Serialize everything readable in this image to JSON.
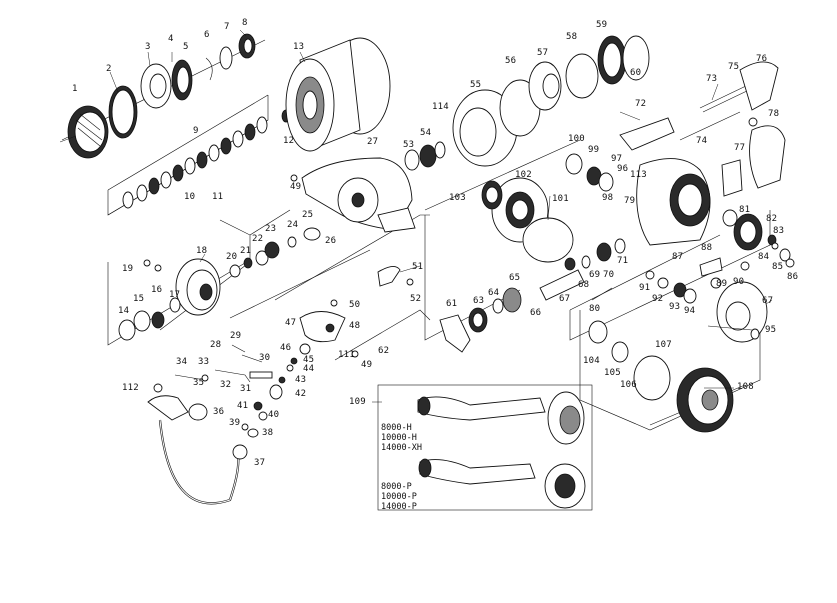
{
  "diagram": {
    "callouts": [
      {
        "id": "c1",
        "text": "1"
      },
      {
        "id": "c2",
        "text": "2"
      },
      {
        "id": "c3",
        "text": "3"
      },
      {
        "id": "c4",
        "text": "4"
      },
      {
        "id": "c5",
        "text": "5"
      },
      {
        "id": "c6",
        "text": "6"
      },
      {
        "id": "c7",
        "text": "7"
      },
      {
        "id": "c8",
        "text": "8"
      },
      {
        "id": "c9",
        "text": "9"
      },
      {
        "id": "c10",
        "text": "10"
      },
      {
        "id": "c11",
        "text": "11"
      },
      {
        "id": "c12",
        "text": "12"
      },
      {
        "id": "c13",
        "text": "13"
      },
      {
        "id": "c14",
        "text": "14"
      },
      {
        "id": "c15",
        "text": "15"
      },
      {
        "id": "c16",
        "text": "16"
      },
      {
        "id": "c17",
        "text": "17"
      },
      {
        "id": "c18",
        "text": "18"
      },
      {
        "id": "c19",
        "text": "19"
      },
      {
        "id": "c20",
        "text": "20"
      },
      {
        "id": "c21",
        "text": "21"
      },
      {
        "id": "c22",
        "text": "22"
      },
      {
        "id": "c23",
        "text": "23"
      },
      {
        "id": "c24",
        "text": "24"
      },
      {
        "id": "c25",
        "text": "25"
      },
      {
        "id": "c26",
        "text": "26"
      },
      {
        "id": "c27",
        "text": "27"
      },
      {
        "id": "c28",
        "text": "28"
      },
      {
        "id": "c29",
        "text": "29"
      },
      {
        "id": "c30",
        "text": "30"
      },
      {
        "id": "c31",
        "text": "31"
      },
      {
        "id": "c32",
        "text": "32"
      },
      {
        "id": "c33",
        "text": "33"
      },
      {
        "id": "c34",
        "text": "34"
      },
      {
        "id": "c35",
        "text": "35"
      },
      {
        "id": "c36",
        "text": "36"
      },
      {
        "id": "c37",
        "text": "37"
      },
      {
        "id": "c38",
        "text": "38"
      },
      {
        "id": "c39",
        "text": "39"
      },
      {
        "id": "c40",
        "text": "40"
      },
      {
        "id": "c41",
        "text": "41"
      },
      {
        "id": "c42",
        "text": "42"
      },
      {
        "id": "c43",
        "text": "43"
      },
      {
        "id": "c44",
        "text": "44"
      },
      {
        "id": "c45",
        "text": "45"
      },
      {
        "id": "c46",
        "text": "46"
      },
      {
        "id": "c47",
        "text": "47"
      },
      {
        "id": "c48",
        "text": "48"
      },
      {
        "id": "c49a",
        "text": "49"
      },
      {
        "id": "c49b",
        "text": "49"
      },
      {
        "id": "c50",
        "text": "50"
      },
      {
        "id": "c51",
        "text": "51"
      },
      {
        "id": "c52",
        "text": "52"
      },
      {
        "id": "c53",
        "text": "53"
      },
      {
        "id": "c54",
        "text": "54"
      },
      {
        "id": "c55",
        "text": "55"
      },
      {
        "id": "c56",
        "text": "56"
      },
      {
        "id": "c57",
        "text": "57"
      },
      {
        "id": "c58",
        "text": "58"
      },
      {
        "id": "c59",
        "text": "59"
      },
      {
        "id": "c60",
        "text": "60"
      },
      {
        "id": "c61",
        "text": "61"
      },
      {
        "id": "c62",
        "text": "62"
      },
      {
        "id": "c63",
        "text": "63"
      },
      {
        "id": "c64",
        "text": "64"
      },
      {
        "id": "c65",
        "text": "65"
      },
      {
        "id": "c66",
        "text": "66"
      },
      {
        "id": "c67a",
        "text": "67"
      },
      {
        "id": "c67b",
        "text": "67"
      },
      {
        "id": "c68",
        "text": "68"
      },
      {
        "id": "c69",
        "text": "69"
      },
      {
        "id": "c70",
        "text": "70"
      },
      {
        "id": "c71",
        "text": "71"
      },
      {
        "id": "c72",
        "text": "72"
      },
      {
        "id": "c73",
        "text": "73"
      },
      {
        "id": "c74",
        "text": "74"
      },
      {
        "id": "c75",
        "text": "75"
      },
      {
        "id": "c76",
        "text": "76"
      },
      {
        "id": "c77",
        "text": "77"
      },
      {
        "id": "c78",
        "text": "78"
      },
      {
        "id": "c79",
        "text": "79"
      },
      {
        "id": "c80",
        "text": "80"
      },
      {
        "id": "c81",
        "text": "81"
      },
      {
        "id": "c82",
        "text": "82"
      },
      {
        "id": "c83",
        "text": "83"
      },
      {
        "id": "c84",
        "text": "84"
      },
      {
        "id": "c85",
        "text": "85"
      },
      {
        "id": "c86",
        "text": "86"
      },
      {
        "id": "c87",
        "text": "87"
      },
      {
        "id": "c88",
        "text": "88"
      },
      {
        "id": "c89",
        "text": "89"
      },
      {
        "id": "c90",
        "text": "90"
      },
      {
        "id": "c91",
        "text": "91"
      },
      {
        "id": "c92",
        "text": "92"
      },
      {
        "id": "c93",
        "text": "93"
      },
      {
        "id": "c94",
        "text": "94"
      },
      {
        "id": "c95",
        "text": "95"
      },
      {
        "id": "c96",
        "text": "96"
      },
      {
        "id": "c97",
        "text": "97"
      },
      {
        "id": "c98",
        "text": "98"
      },
      {
        "id": "c99",
        "text": "99"
      },
      {
        "id": "c100",
        "text": "100"
      },
      {
        "id": "c101",
        "text": "101"
      },
      {
        "id": "c102",
        "text": "102"
      },
      {
        "id": "c103",
        "text": "103"
      },
      {
        "id": "c104",
        "text": "104"
      },
      {
        "id": "c105",
        "text": "105"
      },
      {
        "id": "c106",
        "text": "106"
      },
      {
        "id": "c107",
        "text": "107"
      },
      {
        "id": "c108",
        "text": "108"
      },
      {
        "id": "c109",
        "text": "109"
      },
      {
        "id": "c111",
        "text": "111"
      },
      {
        "id": "c112",
        "text": "112"
      },
      {
        "id": "c113",
        "text": "113"
      },
      {
        "id": "c114",
        "text": "114"
      }
    ],
    "handle_variants_a": [
      "8000-H",
      "10000-H",
      "14000-XH"
    ],
    "handle_variants_b": [
      "8000-P",
      "10000-P",
      "14000-P"
    ]
  }
}
